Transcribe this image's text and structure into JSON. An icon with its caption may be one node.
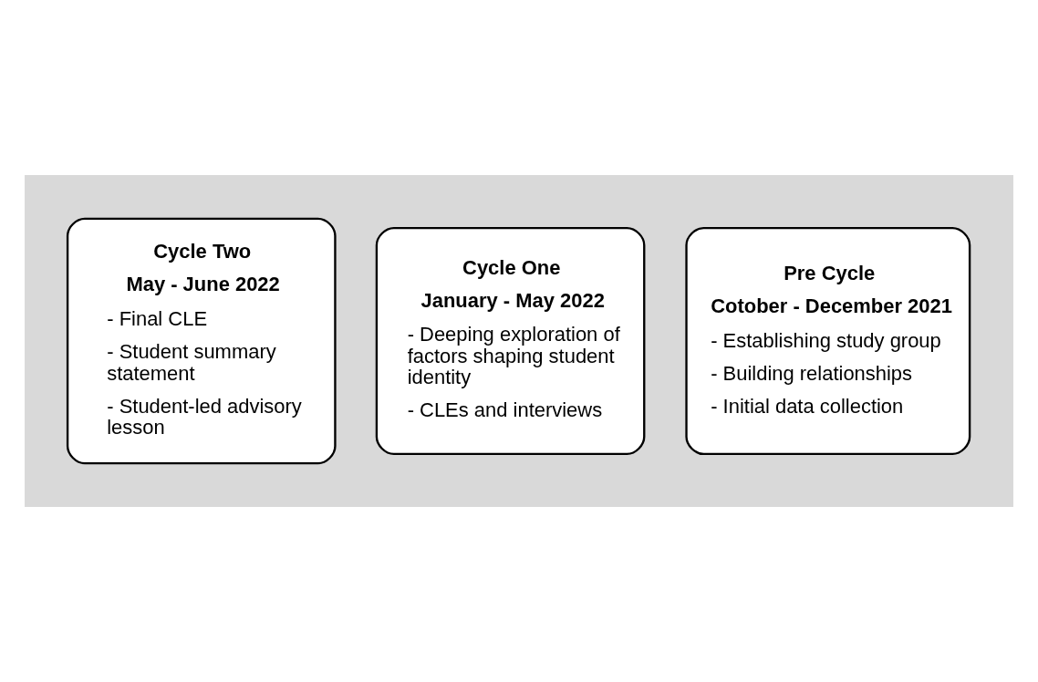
{
  "diagram": {
    "nodes": [
      {
        "text": [],
        "shape": "arrow"
      },
      {
        "text": [
          "Pre Cycle",
          "Cotober - December 2021",
          "- Establishing study group",
          "- Building relationships",
          "- Initial data collection"
        ],
        "in": 0
      },
      {
        "text": [
          "Cycle One",
          "January - May 2022",
          "- Deeping exploration of factors shaping student identity",
          "- CLEs and interviews"
        ],
        "in": 0
      },
      {
        "text": [
          "Cycle Two",
          "May - June 2022",
          "- Final CLE",
          "- Student summary statement",
          "- Student-led advisory lesson"
        ],
        "in": 0
      }
    ],
    "edges": []
  }
}
